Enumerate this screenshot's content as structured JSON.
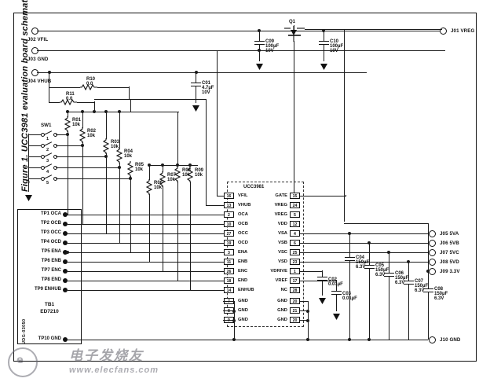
{
  "figure": {
    "caption": "Figure 1. UCC3981 evaluation board schematic.",
    "id_tag": "UDG-03050"
  },
  "ic": {
    "name": "UCC3981",
    "left_pins": [
      {
        "num": "16",
        "name": "VFIL"
      },
      {
        "num": "13",
        "name": "VHUB"
      },
      {
        "num": "2",
        "name": "OCA"
      },
      {
        "num": "10",
        "name": "OCB"
      },
      {
        "num": "27",
        "name": "OCC"
      },
      {
        "num": "19",
        "name": "OCD"
      },
      {
        "num": "3",
        "name": "ENA"
      },
      {
        "num": "11",
        "name": "ENB"
      },
      {
        "num": "26",
        "name": "ENC"
      },
      {
        "num": "18",
        "name": "END"
      },
      {
        "num": "14",
        "name": "ENHUB"
      },
      {
        "num": "7",
        "name": "GND"
      },
      {
        "num": "8",
        "name": "GND"
      },
      {
        "num": "9",
        "name": "GND"
      }
    ],
    "right_pins": [
      {
        "num": "15",
        "name": "GATE"
      },
      {
        "num": "24",
        "name": "VREG"
      },
      {
        "num": "5",
        "name": "VREG"
      },
      {
        "num": "12",
        "name": "VDD"
      },
      {
        "num": "4",
        "name": "VSA"
      },
      {
        "num": "6",
        "name": "VSB"
      },
      {
        "num": "25",
        "name": "VSC"
      },
      {
        "num": "23",
        "name": "VSD"
      },
      {
        "num": "1",
        "name": "VDRIVE"
      },
      {
        "num": "17",
        "name": "VREF"
      },
      {
        "num": "28",
        "name": "NC"
      },
      {
        "num": "20",
        "name": "GND"
      },
      {
        "num": "21",
        "name": "GND"
      },
      {
        "num": "20",
        "name": "GND"
      }
    ]
  },
  "connectors": [
    {
      "id": "J01",
      "label": "J01 VREG"
    },
    {
      "id": "J02",
      "label": "J02 VFIL"
    },
    {
      "id": "J03",
      "label": "J03 GND"
    },
    {
      "id": "J04",
      "label": "J04 VHUB"
    },
    {
      "id": "J05",
      "label": "J05 5VA"
    },
    {
      "id": "J06",
      "label": "J06 5VB"
    },
    {
      "id": "J07",
      "label": "J07 5VC"
    },
    {
      "id": "J08",
      "label": "J08 5VD"
    },
    {
      "id": "J09",
      "label": "J09 3.3V"
    },
    {
      "id": "J10",
      "label": "J10 GND"
    }
  ],
  "terminal_block": {
    "name": "TB1",
    "part": "ED7210",
    "test_points": [
      "TP1 OCA",
      "TP2 OCB",
      "TP3 OCC",
      "TP4 OCD",
      "TP5 ENA",
      "TP6 ENB",
      "TP7 ENC",
      "TP8 END",
      "TP9 ENHUB",
      "TP10 GND"
    ]
  },
  "switch": {
    "name": "SW1",
    "positions": [
      "1",
      "2",
      "3",
      "4",
      "5"
    ]
  },
  "resistors": [
    {
      "ref": "R01",
      "value": "10k"
    },
    {
      "ref": "R02",
      "value": "10k"
    },
    {
      "ref": "R03",
      "value": "10k"
    },
    {
      "ref": "R04",
      "value": "10k"
    },
    {
      "ref": "R05",
      "value": "10k"
    },
    {
      "ref": "R06",
      "value": "10k"
    },
    {
      "ref": "R07",
      "value": "10k"
    },
    {
      "ref": "R08",
      "value": "10k"
    },
    {
      "ref": "R09",
      "value": "10k"
    },
    {
      "ref": "R10",
      "value": "0.0"
    },
    {
      "ref": "R11",
      "value": "0.0"
    }
  ],
  "capacitors": [
    {
      "ref": "C01",
      "value": "4.7µF",
      "rating": "10V"
    },
    {
      "ref": "C02",
      "value": "0.01µF",
      "rating": ""
    },
    {
      "ref": "C03",
      "value": "0.01µF",
      "rating": ""
    },
    {
      "ref": "C04",
      "value": "150µF",
      "rating": "6.3V"
    },
    {
      "ref": "C05",
      "value": "150µF",
      "rating": "6.3V"
    },
    {
      "ref": "C06",
      "value": "150µF",
      "rating": "6.3V"
    },
    {
      "ref": "C07",
      "value": "150µF",
      "rating": "6.3V"
    },
    {
      "ref": "C08",
      "value": "150µF",
      "rating": "6.3V"
    },
    {
      "ref": "C09",
      "value": "100µF",
      "rating": "10V"
    },
    {
      "ref": "C10",
      "value": "100µF",
      "rating": "10V"
    }
  ],
  "transistor": {
    "ref": "Q1"
  },
  "watermark": {
    "chinese": "电子发烧友",
    "url": "www.elecfans.com",
    "ring_text": "e"
  },
  "colors": {
    "wire": "#1a1a1a",
    "wire_gray": "#8c8c8c",
    "text": "#111111",
    "background": "#ffffff"
  }
}
